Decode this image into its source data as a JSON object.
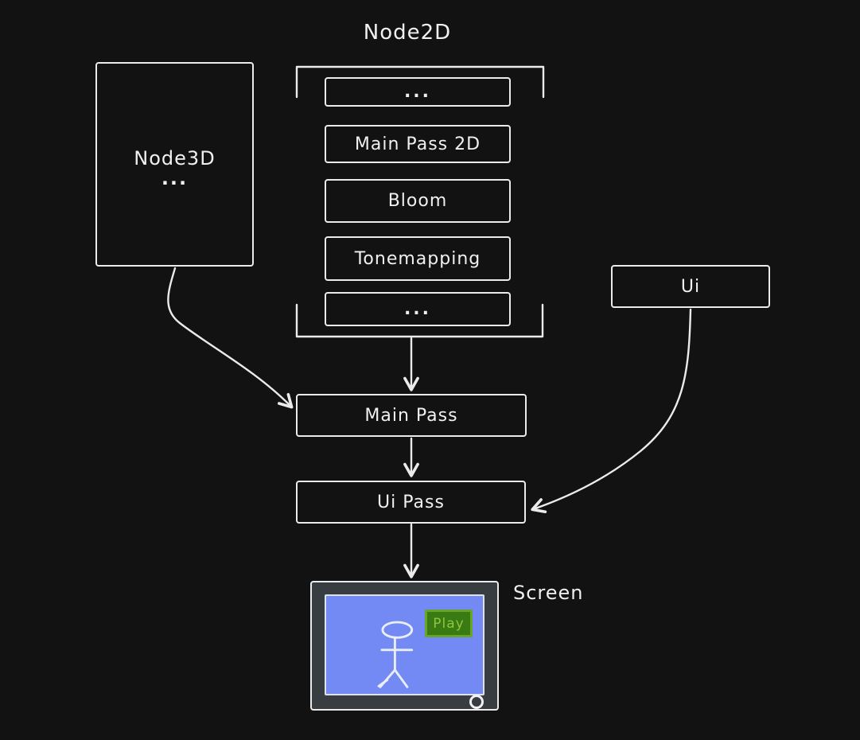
{
  "colors": {
    "bg": "#121212",
    "stroke": "#ebebeb",
    "bezel": "#383d42",
    "screen-blue": "#7389f3",
    "play-fill": "#3a7a12",
    "play-border": "#6aa32a",
    "play-text": "#8dc63f"
  },
  "node3d": {
    "title": "Node3D",
    "subtitle": "..."
  },
  "node2d": {
    "title": "Node2D",
    "rows": [
      {
        "label": "..."
      },
      {
        "label": "Main Pass 2D"
      },
      {
        "label": "Bloom"
      },
      {
        "label": "Tonemapping"
      },
      {
        "label": "..."
      }
    ]
  },
  "ui_box": {
    "label": "Ui"
  },
  "main_pass": {
    "label": "Main Pass"
  },
  "ui_pass": {
    "label": "Ui Pass"
  },
  "screen": {
    "label": "Screen",
    "play_button": "Play"
  },
  "edges": [
    {
      "from": "node2d-group",
      "to": "main-pass"
    },
    {
      "from": "node3d",
      "to": "main-pass"
    },
    {
      "from": "main-pass",
      "to": "ui-pass"
    },
    {
      "from": "ui",
      "to": "ui-pass"
    },
    {
      "from": "ui-pass",
      "to": "screen"
    }
  ]
}
